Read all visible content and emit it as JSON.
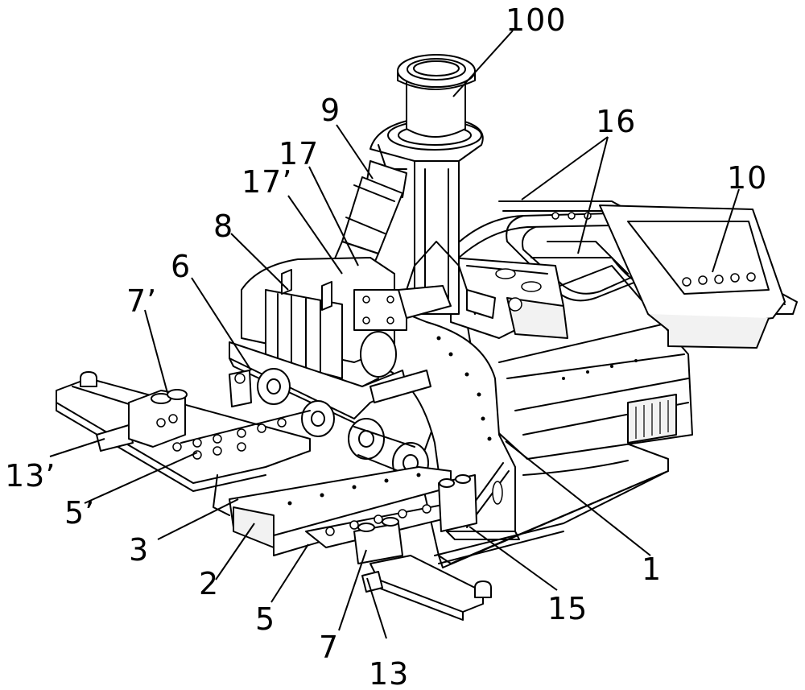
{
  "labels": {
    "l100": "100",
    "l9": "9",
    "l17": "17",
    "l17p": "17’",
    "l8": "8",
    "l6": "6",
    "l7p": "7’",
    "l16": "16",
    "l10": "10",
    "l13p": "13’",
    "l5p": "5’",
    "l3": "3",
    "l2": "2",
    "l5": "5",
    "l7": "7",
    "l13": "13",
    "l15": "15",
    "l1": "1"
  },
  "colors": {
    "line": "#000000",
    "background": "#ffffff"
  }
}
